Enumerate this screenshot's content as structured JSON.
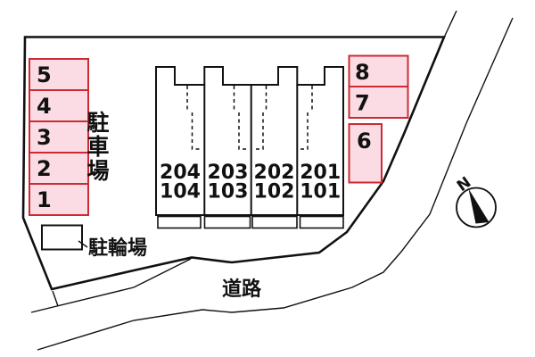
{
  "plan": {
    "parking_area_label": "駐車場",
    "bicycle_area_label": "駐輪場",
    "road_label": "道路",
    "compass_north_label": "N",
    "left_spaces": [
      "5",
      "4",
      "3",
      "2",
      "1"
    ],
    "right_spaces": [
      "8",
      "7",
      "6"
    ],
    "units": [
      {
        "upper": "204",
        "lower": "104"
      },
      {
        "upper": "203",
        "lower": "103"
      },
      {
        "upper": "202",
        "lower": "102"
      },
      {
        "upper": "201",
        "lower": "101"
      }
    ],
    "colors": {
      "site_fill": "#f1f1f1",
      "parking_fill": "#fbdce4",
      "parking_border": "#cc2a33",
      "building_fill": "#faf6c6",
      "line": "#111111"
    }
  }
}
